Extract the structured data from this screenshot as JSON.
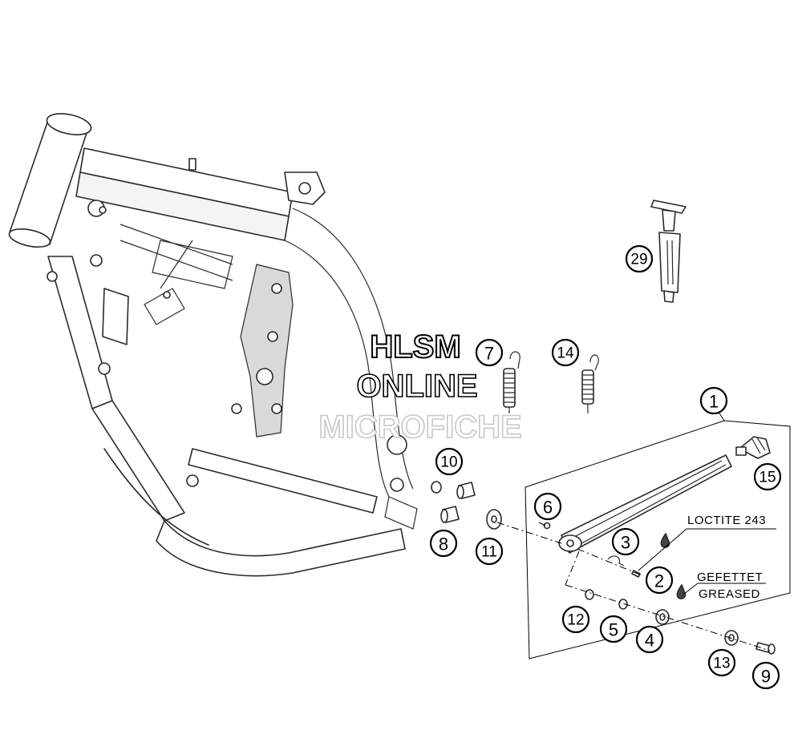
{
  "callouts": [
    {
      "id": "1",
      "label": "1"
    },
    {
      "id": "2",
      "label": "2"
    },
    {
      "id": "3",
      "label": "3"
    },
    {
      "id": "4",
      "label": "4"
    },
    {
      "id": "5",
      "label": "5"
    },
    {
      "id": "6",
      "label": "6"
    },
    {
      "id": "7",
      "label": "7"
    },
    {
      "id": "8",
      "label": "8"
    },
    {
      "id": "9",
      "label": "9"
    },
    {
      "id": "10",
      "label": "10"
    },
    {
      "id": "11",
      "label": "11"
    },
    {
      "id": "12",
      "label": "12"
    },
    {
      "id": "13",
      "label": "13"
    },
    {
      "id": "14",
      "label": "14"
    },
    {
      "id": "15",
      "label": "15"
    },
    {
      "id": "29",
      "label": "29"
    }
  ],
  "notes": {
    "loctite": "LOCTITE 243",
    "greased_de": "GEFETTET",
    "greased_en": "GREASED"
  },
  "watermark": {
    "line1": "HLSM",
    "line2": "ONLINE",
    "line3": "MICROFICHE"
  }
}
